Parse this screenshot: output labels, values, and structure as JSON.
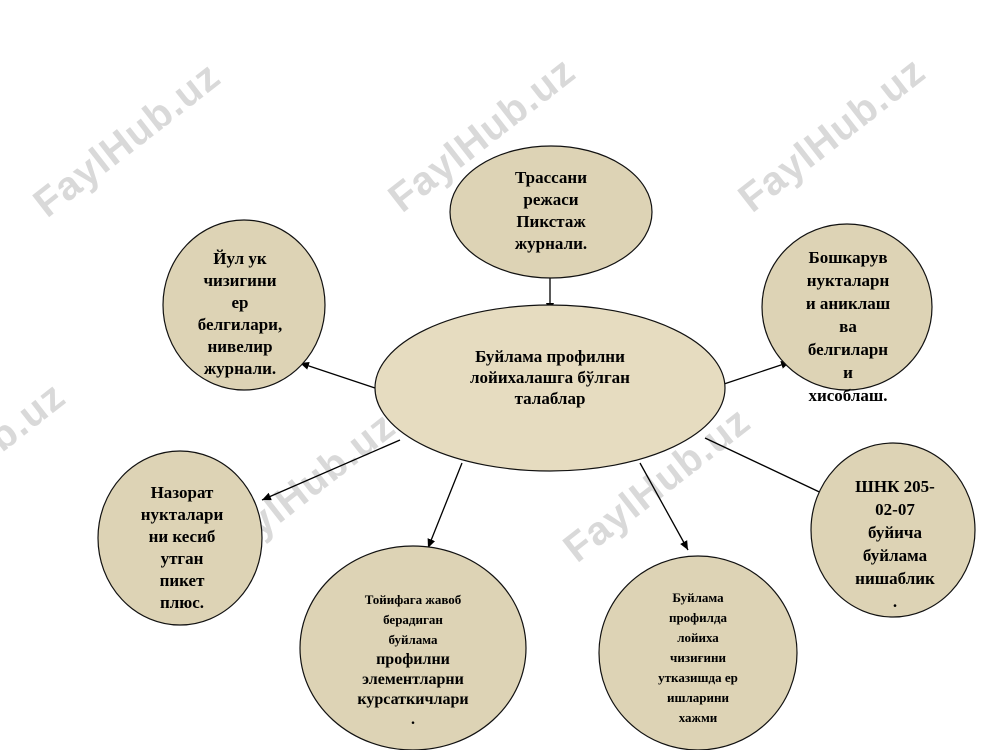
{
  "watermark": "FaylHub.uz",
  "colors": {
    "node_fill": "#ddd3b5",
    "node_fill_center": "#e6dcc0",
    "node_stroke": "#111111",
    "arrow": "#000000",
    "watermark": "#d9d9d9"
  },
  "nodes": {
    "center": {
      "lines": [
        "Буйлама профилни",
        "лойихалашга бўлган",
        "талаблар"
      ]
    },
    "top": {
      "lines": [
        "Трассани",
        "режаси",
        "Пикстаж",
        "журнали."
      ]
    },
    "left_top": {
      "lines": [
        "Йул ук",
        "чизигини",
        "ер",
        "белгилари,",
        "нивелир",
        "журнали."
      ]
    },
    "right_top": {
      "lines": [
        "Бошкарув",
        "нукталарн",
        "и аниклаш",
        "ва",
        "белгиларн",
        "и",
        "хисоблаш."
      ]
    },
    "left_bottom": {
      "lines": [
        "Назорат",
        "нукталари",
        "ни кесиб",
        "утган",
        "пикет",
        "плюс."
      ]
    },
    "right_bottom": {
      "lines": [
        "ШНК 205-",
        "02-07",
        "буйича",
        "буйлама",
        "нишаблик",
        "."
      ]
    },
    "bottom_left": {
      "lines": [
        "Тойифага жавоб",
        "берадиган",
        "буйлама",
        "профилни",
        "элементларни",
        "курсаткичлари",
        "."
      ]
    },
    "bottom_right": {
      "lines": [
        "Буйлама",
        "профилда",
        "лойиха",
        "чизиғини",
        "утказишда ер",
        "ишларини",
        "хажми"
      ]
    }
  }
}
